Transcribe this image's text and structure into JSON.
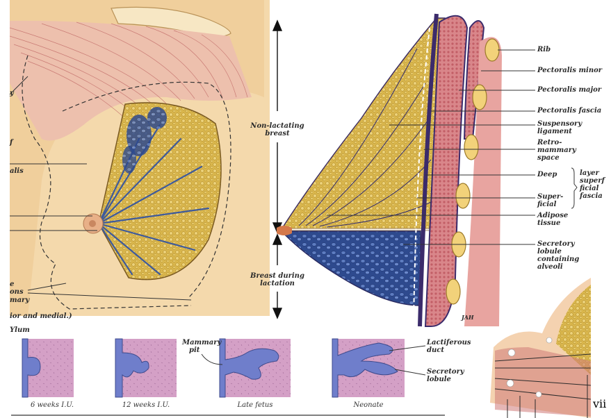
{
  "colors": {
    "skin": "#f3d6a6",
    "muscle": "#e6a7a0",
    "fat": "#d6b24a",
    "duct": "#3e5a9c",
    "rib": "#f0d27a",
    "tissue_panel": "#d8a6c8"
  },
  "left_panel": {
    "partial_labels": [
      {
        "id": "p1",
        "text": "y"
      },
      {
        "id": "p2",
        "text": "f"
      },
      {
        "id": "p3",
        "text": "alis"
      },
      {
        "id": "p4",
        "text": "e"
      },
      {
        "id": "p5",
        "text": "ons"
      },
      {
        "id": "p6",
        "text": "mary"
      },
      {
        "id": "p7",
        "text": "ior and medial.)"
      }
    ]
  },
  "center": {
    "nonlactating_line1": "Non-lactating",
    "nonlactating_line2": "breast",
    "lactation_line1": "Breast during",
    "lactation_line2": "lactation"
  },
  "section_labels": {
    "rib": "Rib",
    "pect_minor": "Pectoralis minor",
    "pect_major": "Pectoralis major",
    "pect_fascia": "Pectoralis fascia",
    "suspensory_1": "Suspensory",
    "suspensory_2": "ligament",
    "retro_1": "Retro-",
    "retro_2": "mammary",
    "retro_3": "space",
    "deep": "Deep",
    "super_1": "Super-",
    "super_2": "ficial",
    "layers_1": "layer",
    "layers_2": "superf",
    "layers_3": "ficial",
    "layers_4": "fascia",
    "adipose_1": "Adipose",
    "adipose_2": "tissue",
    "secretory_1": "Secretory",
    "secretory_2": "lobule",
    "secretory_3": "containing",
    "secretory_4": "alveoli",
    "signature": "JAH"
  },
  "development": {
    "top_partial": "Ylum",
    "mammary_pit_1": "Mammary",
    "mammary_pit_2": "pit",
    "lactiferous_1": "Lactiferous",
    "lactiferous_2": "duct",
    "secretory_1": "Secretory",
    "secretory_2": "lobule",
    "stages": [
      {
        "label": "6 weeks I.U."
      },
      {
        "label": "12 weeks I.U."
      },
      {
        "label": "Late fetus"
      },
      {
        "label": "Neonate"
      }
    ]
  },
  "page_number": "vii"
}
